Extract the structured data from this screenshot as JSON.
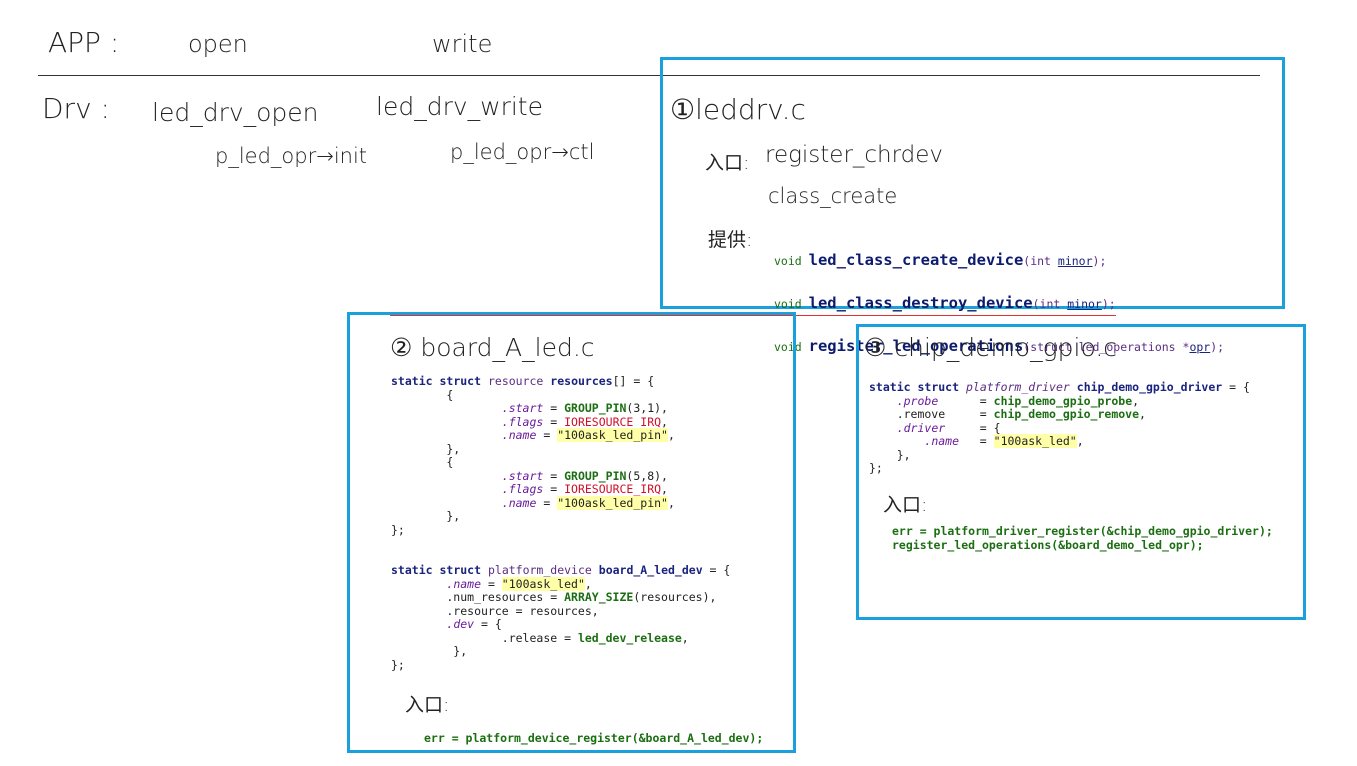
{
  "app_row": {
    "label": "APP :",
    "open": "open",
    "write": "write"
  },
  "drv_row": {
    "label": "Drv :",
    "open_fn": "led_drv_open",
    "write_fn": "led_drv_write",
    "init_call": "p_led_opr→init",
    "ctl_call": "p_led_opr→ctl"
  },
  "box1": {
    "title": "①leddrv.c",
    "entry_label": "入口:",
    "entry_1": "register_chrdev",
    "entry_2": "class_create",
    "provide_label": "提供:",
    "funcs": [
      {
        "ret": "void",
        "name": "led_class_create_device",
        "open": "(int ",
        "param": "minor",
        "close": ");"
      },
      {
        "ret": "void",
        "name": "led_class_destroy_device",
        "open": "(int ",
        "param": "minor",
        "close": ");"
      },
      {
        "ret": "void",
        "name": "register_led_operations",
        "open": "(struct led_operations *",
        "param": "opr",
        "close": ");"
      }
    ]
  },
  "box2": {
    "title": "② board_A_led.c",
    "entry_label": "入口:",
    "entry_code": "err = platform_device_register(&board_A_led_dev);"
  },
  "box3": {
    "title": "③ chip_demo_gpio.c",
    "entry_label": "入口:",
    "entry_line1": "err = platform_driver_register(&chip_demo_gpio_driver);",
    "entry_line2": "register_led_operations(&board_demo_led_opr);"
  },
  "colors": {
    "box_border": "#1aa0dc",
    "red_line": "#e03030"
  }
}
